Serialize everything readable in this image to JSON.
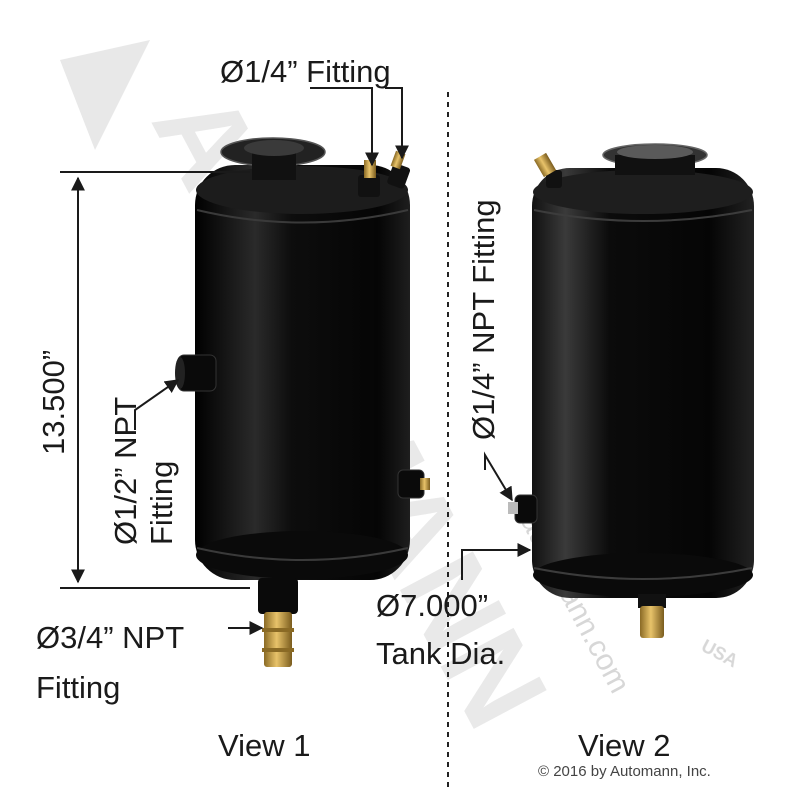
{
  "labels": {
    "fitting_top": "Ø1/4” Fitting",
    "height": "13.500”",
    "half_npt_1": "Ø1/2” NPT",
    "half_npt_2": "Fitting",
    "three_quarter_1": "Ø3/4” NPT",
    "three_quarter_2": "Fitting",
    "quarter_npt_side": "Ø1/4” NPT Fitting",
    "diameter_1": "Ø7.000”",
    "diameter_2": "Tank Dia.",
    "view1": "View 1",
    "view2": "View 2",
    "copyright": "© 2016 by Automann, Inc."
  },
  "watermark": {
    "brand": "AUTOMANN",
    "site": "automann.com",
    "usa": "USA"
  },
  "colors": {
    "tank": "#0c0c0c",
    "brass": "#c9a24a",
    "line": "#1a1a1a",
    "watermark": "#d6d6d6"
  }
}
